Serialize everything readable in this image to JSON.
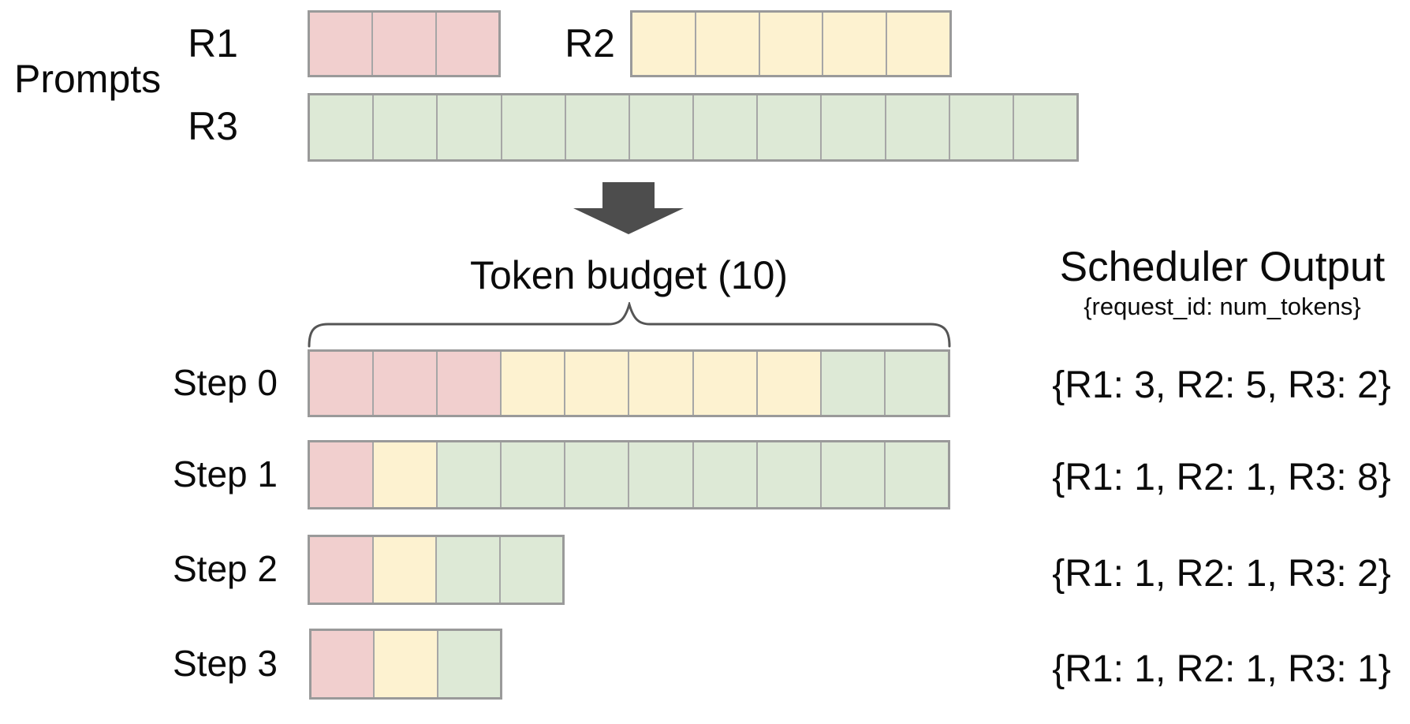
{
  "labels": {
    "prompts": "Prompts"
  },
  "colors": {
    "r1": "#f1cfce",
    "r2": "#fdf2d0",
    "r3": "#dde9d6",
    "cell_border": "#9a9a9a",
    "cell_divider": "#a6a6a6",
    "arrow": "#4d4d4d",
    "brace": "#555555",
    "text": "#0b0b0b"
  },
  "prompt_rows": [
    {
      "id": "R1",
      "label": "R1",
      "color": "r1",
      "cells": 3
    },
    {
      "id": "R2",
      "label": "R2",
      "color": "r2",
      "cells": 5
    },
    {
      "id": "R3",
      "label": "R3",
      "color": "r3",
      "cells": 12
    }
  ],
  "token_budget": {
    "label": "Token budget (10)",
    "value": 10
  },
  "scheduler": {
    "title": "Scheduler Output",
    "subtitle": "{request_id: num_tokens}"
  },
  "steps": [
    {
      "label": "Step 0",
      "allocation": {
        "R1": 3,
        "R2": 5,
        "R3": 2
      },
      "output": "{R1: 3, R2: 5, R3: 2}"
    },
    {
      "label": "Step 1",
      "allocation": {
        "R1": 1,
        "R2": 1,
        "R3": 8
      },
      "output": "{R1: 1, R2: 1, R3: 8}"
    },
    {
      "label": "Step 2",
      "allocation": {
        "R1": 1,
        "R2": 1,
        "R3": 2
      },
      "output": "{R1: 1, R2: 1, R3: 2}"
    },
    {
      "label": "Step 3",
      "allocation": {
        "R1": 1,
        "R2": 1,
        "R3": 1
      },
      "output": "{R1: 1, R2: 1, R3: 1}"
    }
  ]
}
